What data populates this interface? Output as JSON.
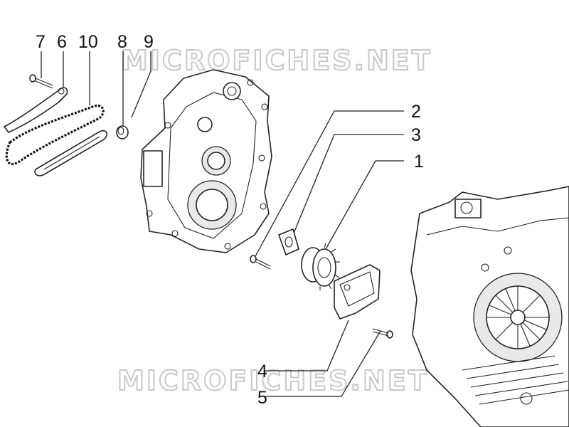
{
  "watermark": {
    "top": "MICROFICHES.NET",
    "bottom": "MICROFICHES.NET"
  },
  "callouts": [
    {
      "id": "callout-7",
      "label": "7"
    },
    {
      "id": "callout-6",
      "label": "6"
    },
    {
      "id": "callout-10",
      "label": "10"
    },
    {
      "id": "callout-8",
      "label": "8"
    },
    {
      "id": "callout-9",
      "label": "9"
    },
    {
      "id": "callout-2",
      "label": "2"
    },
    {
      "id": "callout-3",
      "label": "3"
    },
    {
      "id": "callout-1",
      "label": "1"
    },
    {
      "id": "callout-4",
      "label": "4"
    },
    {
      "id": "callout-5",
      "label": "5"
    }
  ],
  "colors": {
    "line": "#222222",
    "watermark": "#c8c8c8",
    "background": "#ffffff"
  }
}
